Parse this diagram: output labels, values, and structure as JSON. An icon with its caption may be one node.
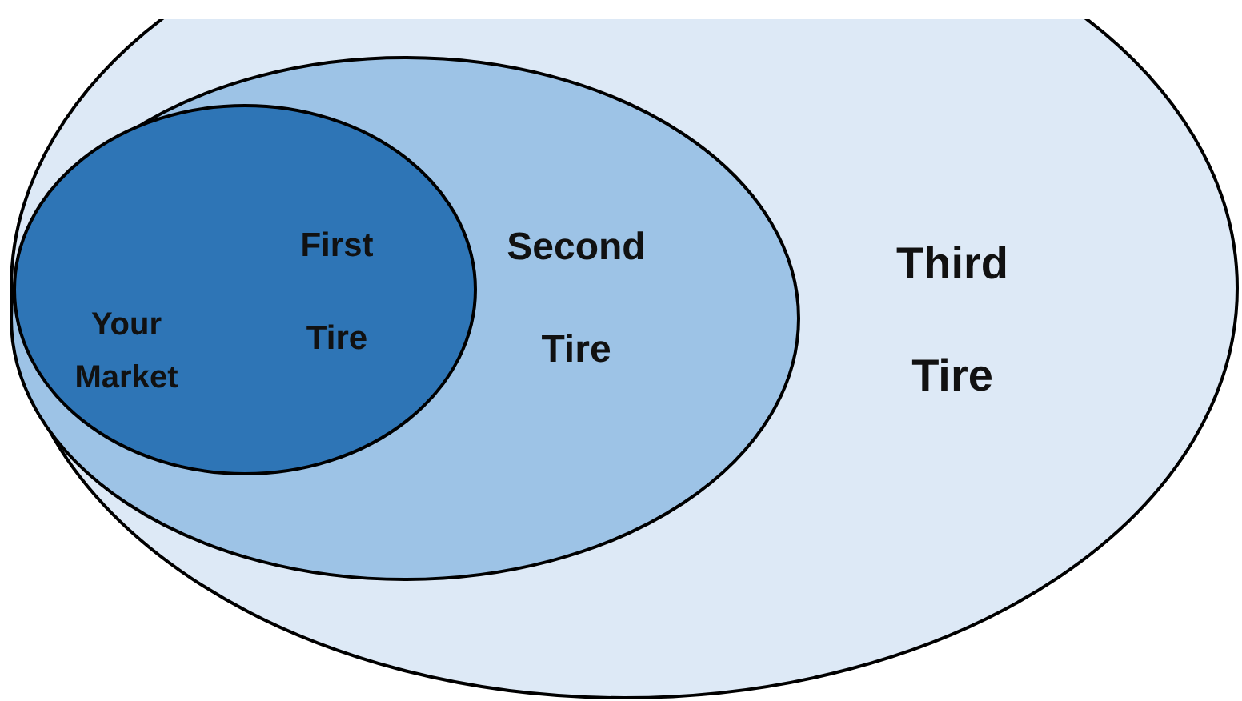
{
  "diagram": {
    "nodes": [
      {
        "text": [
          "Third Tire"
        ]
      },
      {
        "text": [
          "Second Tire"
        ],
        "in": 0
      },
      {
        "text": [
          "First Tire",
          "Your Market"
        ],
        "in": 1
      }
    ]
  }
}
